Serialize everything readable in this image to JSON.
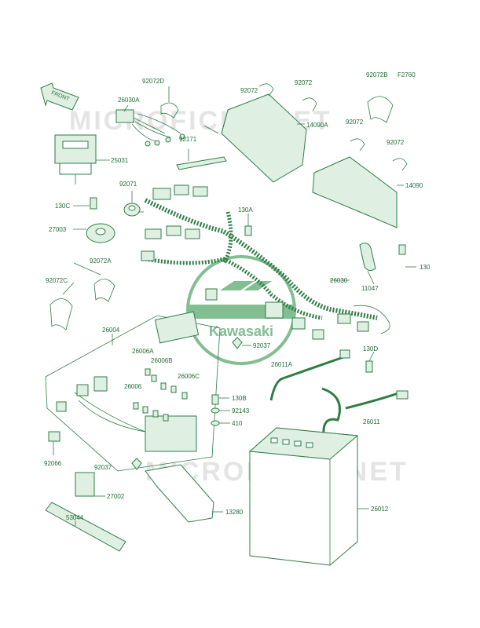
{
  "figure_code": "F2760",
  "front_label": "FRONT",
  "logo_text": "Kawasaki",
  "watermark_top": "MICROFICHE.NET",
  "watermark_bottom": "MICROFICHE.NET",
  "labels": {
    "p92072D": "92072D",
    "p92072a": "92072",
    "p92072b": "92072",
    "p92072B": "92072B",
    "p26030A": "26030A",
    "p14090A": "14090A",
    "p92072c": "92072",
    "p92072d2": "92072",
    "p25031": "25031",
    "p92171": "92171",
    "p14090": "14090",
    "p92071": "92071",
    "p130C": "130C",
    "p130A": "130A",
    "p27003": "27003",
    "p130": "130",
    "p92072A": "92072A",
    "p11047": "11047",
    "p26030": "26030",
    "p92072C": "92072C",
    "p26004": "26004",
    "p92037a": "92037",
    "p130D": "130D",
    "p26006A": "26006A",
    "p26006B": "26006B",
    "p26011A": "26011A",
    "p26006C": "26006C",
    "p26006": "26006",
    "p130B": "130B",
    "p92143": "92143",
    "p26011": "26011",
    "p410": "410",
    "p92066": "92066",
    "p92037b": "92037",
    "p27002": "27002",
    "p26012": "26012",
    "p13280": "13280",
    "p53044": "53044"
  }
}
